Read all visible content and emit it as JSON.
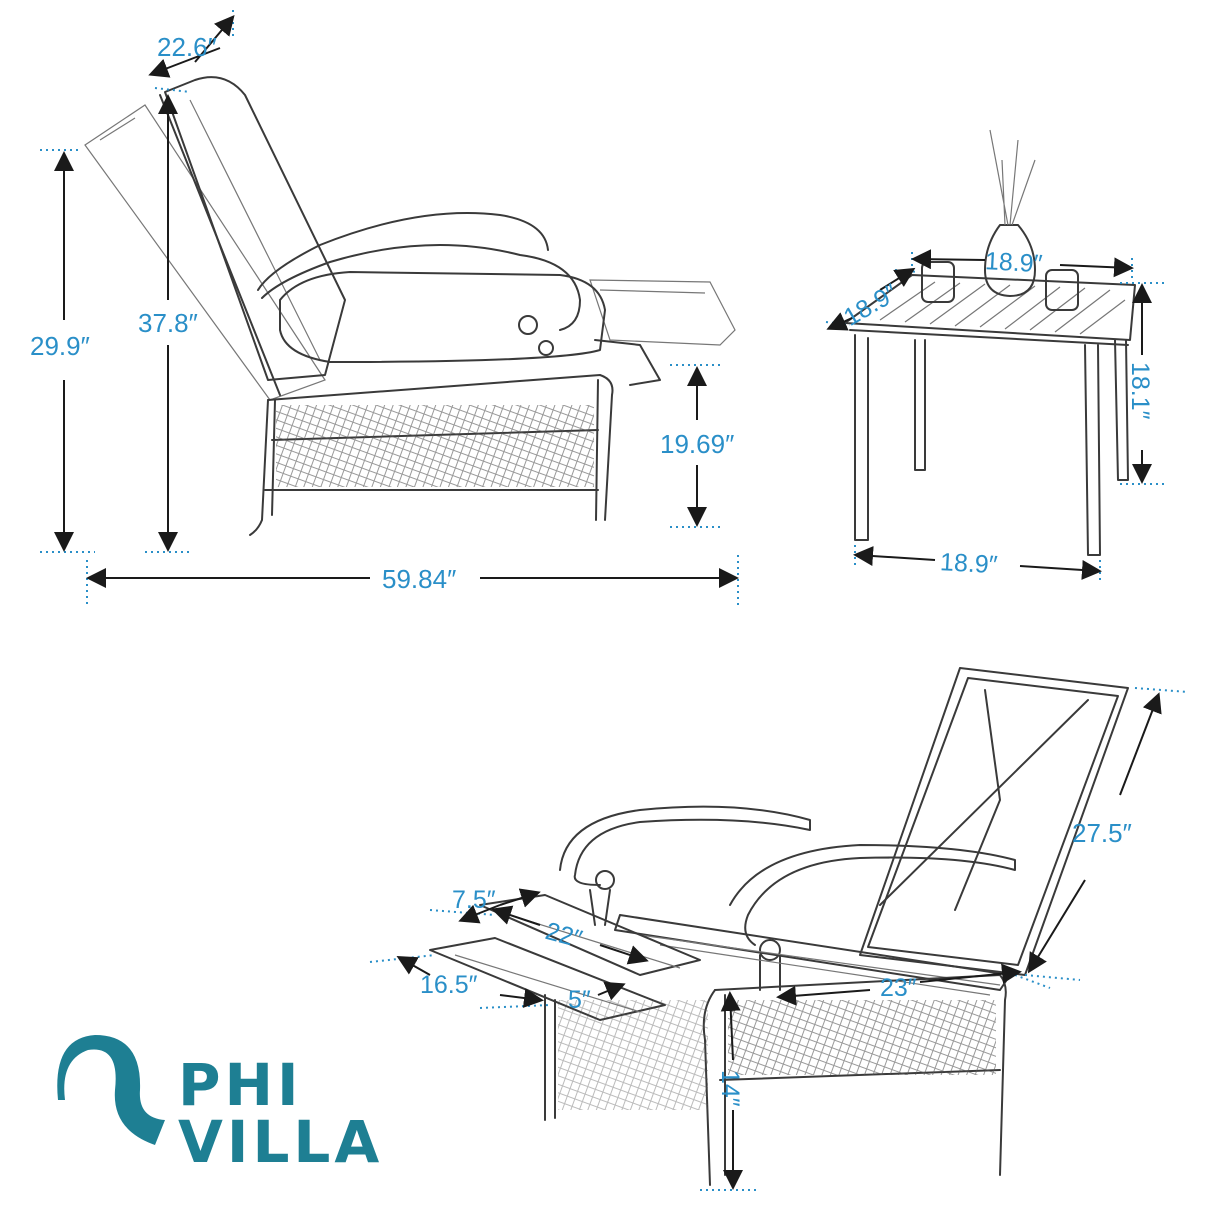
{
  "dimensions": {
    "recliner_side": {
      "depth_top": "22.6″",
      "height_overall": "29.9″",
      "height_reclined": "37.8″",
      "seat_height": "19.69″",
      "length_extended": "59.84″"
    },
    "side_table": {
      "top_depth": "18.9″",
      "top_width": "18.9″",
      "height": "18.1″",
      "base_width": "18.9″"
    },
    "recliner_frame": {
      "back_height": "27.5″",
      "footrest_width": "7.5″",
      "footrest_length": "22″",
      "footrest_lower": "16.5″",
      "gap": "5″",
      "seat_depth": "23″",
      "leg_height": "14″"
    }
  },
  "brand": {
    "line1": "PHI",
    "line2": "VILLA",
    "color": "#1e7f93"
  },
  "colors": {
    "dimension_text": "#2a8fc8",
    "arrow": "#1a1a1a",
    "sketch": "#3a3a3a"
  }
}
